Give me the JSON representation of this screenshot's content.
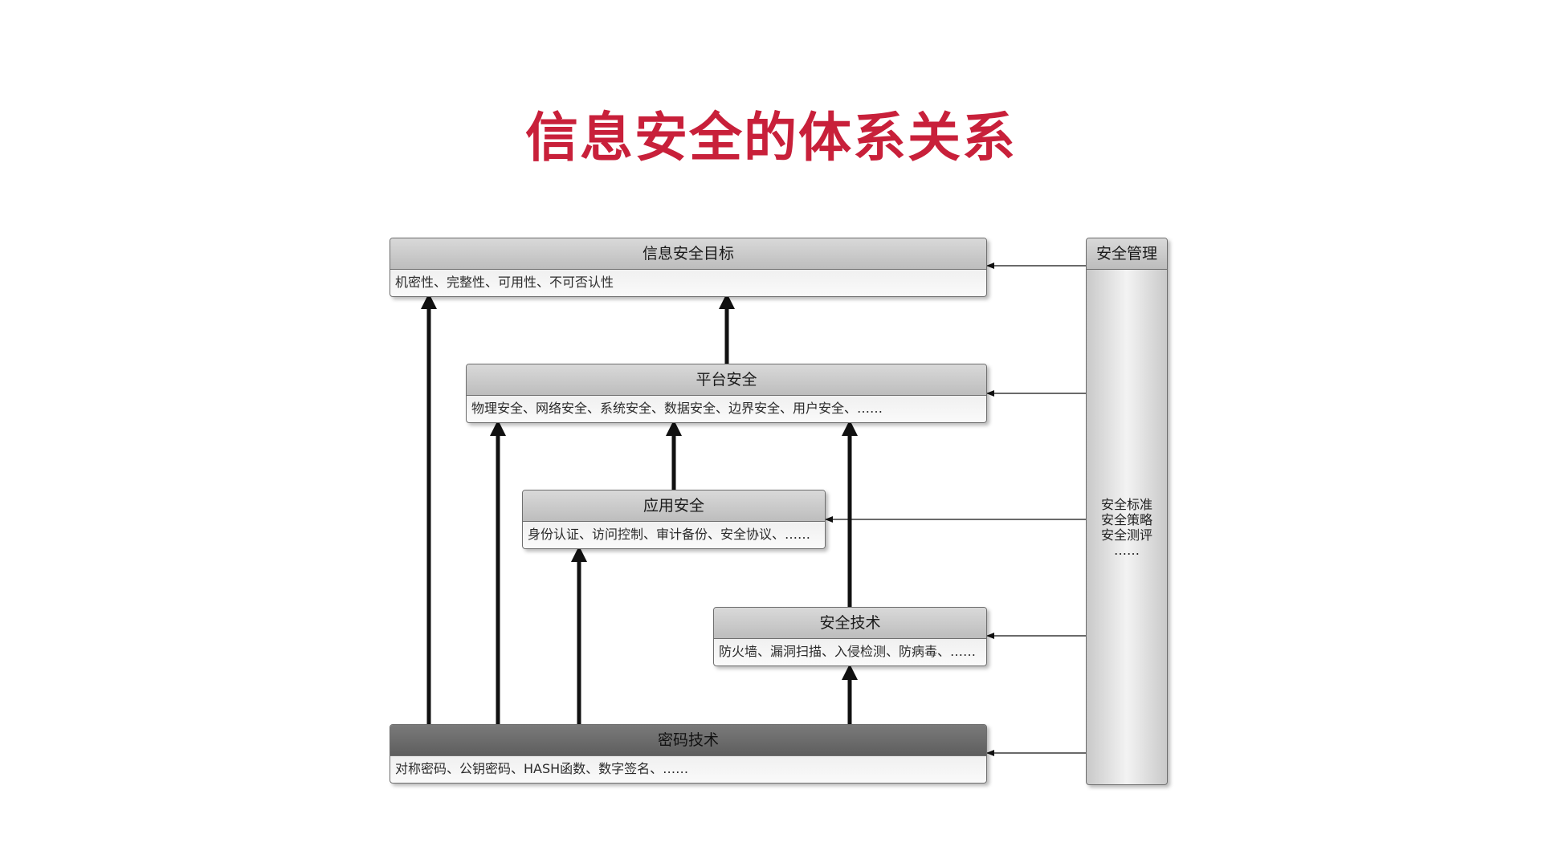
{
  "title": "信息安全的体系关系",
  "boxes": {
    "goal": {
      "title": "信息安全目标",
      "items": "机密性、完整性、可用性、不可否认性"
    },
    "platform": {
      "title": "平台安全",
      "items": "物理安全、网络安全、系统安全、数据安全、边界安全、用户安全、……"
    },
    "application": {
      "title": "应用安全",
      "items": "身份认证、访问控制、审计备份、安全协议、……"
    },
    "technology": {
      "title": "安全技术",
      "items": "防火墙、漏洞扫描、入侵检测、防病毒、……"
    },
    "crypto": {
      "title": "密码技术",
      "items": "对称密码、公钥密码、HASH函数、数字签名、……"
    }
  },
  "management": {
    "title": "安全管理",
    "items": [
      "安全标准",
      "安全策略",
      "安全测评",
      "……"
    ]
  },
  "colors": {
    "title": "#c8203a",
    "dark_header": "#666666",
    "light_header": "#c8c8c8",
    "arrow": "#111111"
  }
}
